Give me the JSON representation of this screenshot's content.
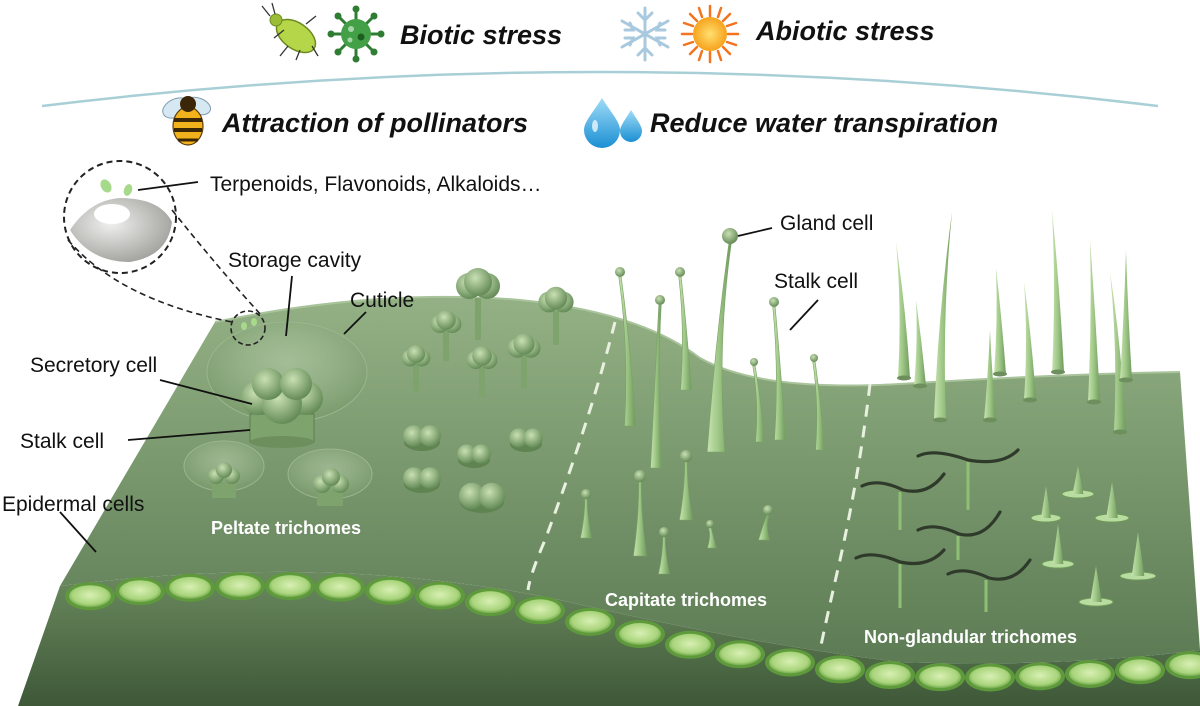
{
  "header": {
    "biotic": "Biotic stress",
    "abiotic": "Abiotic stress",
    "pollinators": "Attraction of pollinators",
    "transpiration": "Reduce water transpiration"
  },
  "labels": {
    "compounds": "Terpenoids, Flavonoids, Alkaloids…",
    "storage_cavity": "Storage cavity",
    "cuticle": "Cuticle",
    "secretory_cell": "Secretory cell",
    "stalk_cell_left": "Stalk cell",
    "epidermal_cells": "Epidermal cells",
    "gland_cell": "Gland cell",
    "stalk_cell_right": "Stalk cell"
  },
  "regions": {
    "peltate": "Peltate trichomes",
    "capitate": "Capitate trichomes",
    "non_glandular": "Non-glandular trichomes"
  },
  "icons": [
    "bug-icon",
    "virus-icon",
    "snowflake-icon",
    "sun-icon",
    "bee-icon",
    "water-drop-icon"
  ],
  "colors": {
    "leaf_top": "#8fae7f",
    "leaf_dark": "#4e6c46",
    "cell_fill": "#c8e6a0",
    "cell_edge": "#6ea04a",
    "trichome": "#a3c98a",
    "header_arc": "#a8cfd6"
  }
}
